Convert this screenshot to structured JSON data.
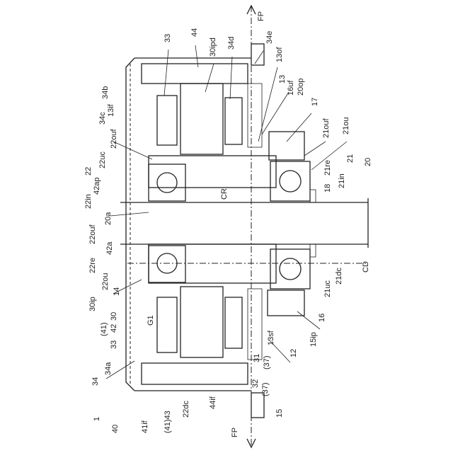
{
  "figure": {
    "labels": [
      {
        "id": "l1",
        "text": "FP"
      },
      {
        "id": "l2",
        "text": "34e"
      },
      {
        "id": "l3",
        "text": "13of"
      },
      {
        "id": "l4",
        "text": "13"
      },
      {
        "id": "l5",
        "text": "16uf"
      },
      {
        "id": "l6",
        "text": "20op"
      },
      {
        "id": "l7",
        "text": "17"
      },
      {
        "id": "l8",
        "text": "21ouf"
      },
      {
        "id": "l9",
        "text": "21ou"
      },
      {
        "id": "l10",
        "text": "21"
      },
      {
        "id": "l11",
        "text": "20"
      },
      {
        "id": "l12",
        "text": "21re"
      },
      {
        "id": "l13",
        "text": "21in"
      },
      {
        "id": "l14",
        "text": "18"
      },
      {
        "id": "l15",
        "text": "CD"
      },
      {
        "id": "l16",
        "text": "21dc"
      },
      {
        "id": "l17",
        "text": "21uc"
      },
      {
        "id": "l18",
        "text": "16"
      },
      {
        "id": "l19",
        "text": "15ip"
      },
      {
        "id": "l20",
        "text": "12"
      },
      {
        "id": "l21",
        "text": "15"
      },
      {
        "id": "l22",
        "text": "FP"
      },
      {
        "id": "l23",
        "text": "13sf"
      },
      {
        "id": "l24",
        "text": "(37)"
      },
      {
        "id": "l25",
        "text": "31"
      },
      {
        "id": "l26",
        "text": "32"
      },
      {
        "id": "l27",
        "text": "(37)"
      },
      {
        "id": "l28",
        "text": "44if"
      },
      {
        "id": "l29",
        "text": "22dc"
      },
      {
        "id": "l30",
        "text": "(41)43"
      },
      {
        "id": "l31",
        "text": "41if"
      },
      {
        "id": "l32",
        "text": "40"
      },
      {
        "id": "l33",
        "text": "1"
      },
      {
        "id": "l34",
        "text": "34"
      },
      {
        "id": "l35",
        "text": "34a"
      },
      {
        "id": "l36",
        "text": "33"
      },
      {
        "id": "l37",
        "text": "42"
      },
      {
        "id": "l38",
        "text": "(41)"
      },
      {
        "id": "l39",
        "text": "G1"
      },
      {
        "id": "l40",
        "text": "30"
      },
      {
        "id": "l41",
        "text": "30ip"
      },
      {
        "id": "l42",
        "text": "14"
      },
      {
        "id": "l43",
        "text": "22ou"
      },
      {
        "id": "l44",
        "text": "22re"
      },
      {
        "id": "l45",
        "text": "42a"
      },
      {
        "id": "l46",
        "text": "22ouf"
      },
      {
        "id": "l47",
        "text": "20a"
      },
      {
        "id": "l48",
        "text": "22in"
      },
      {
        "id": "l49",
        "text": "42ap"
      },
      {
        "id": "l50",
        "text": "22"
      },
      {
        "id": "l51",
        "text": "22uc"
      },
      {
        "id": "l52",
        "text": "22ouf"
      },
      {
        "id": "l53",
        "text": "13if"
      },
      {
        "id": "l54",
        "text": "34c"
      },
      {
        "id": "l55",
        "text": "34b"
      },
      {
        "id": "l56",
        "text": "33"
      },
      {
        "id": "l57",
        "text": "44"
      },
      {
        "id": "l58",
        "text": "30ipd"
      },
      {
        "id": "l59",
        "text": "34d"
      },
      {
        "id": "l60",
        "text": "CR"
      }
    ]
  }
}
